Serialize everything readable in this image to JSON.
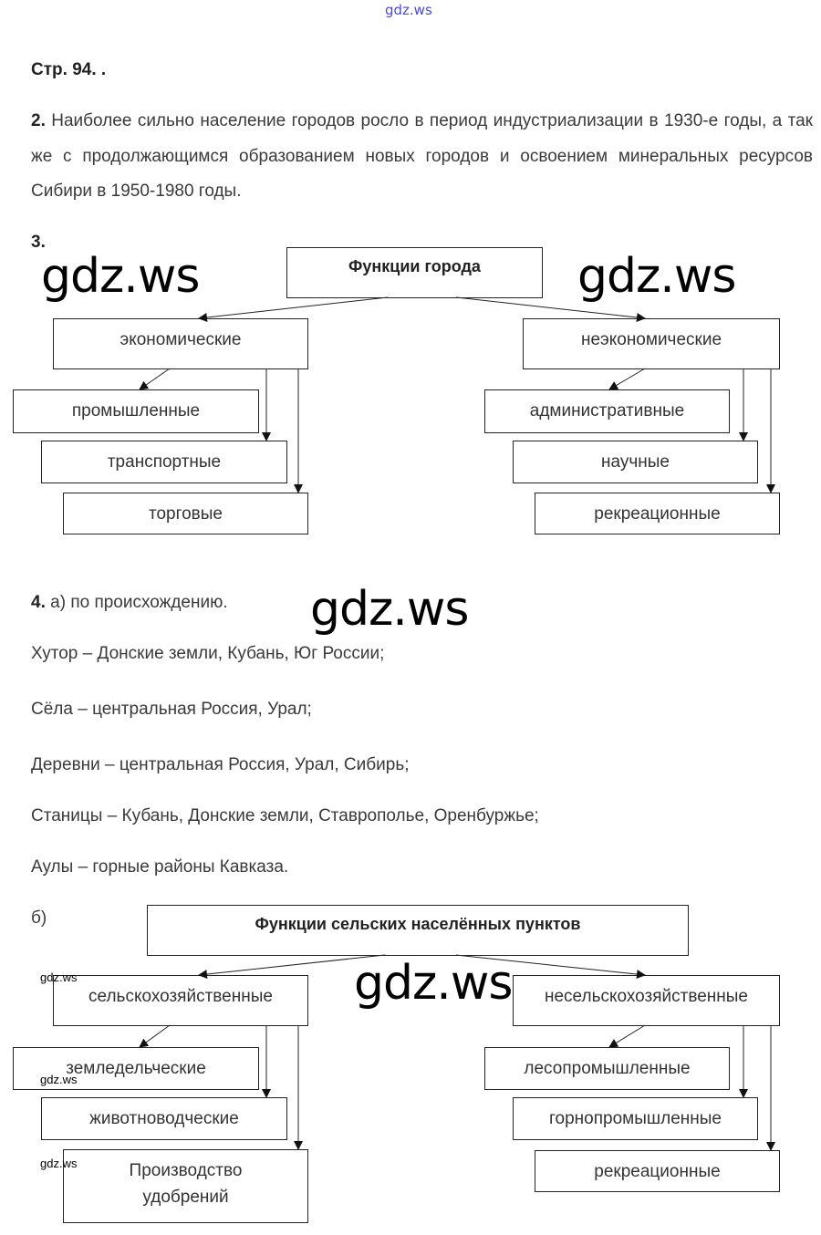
{
  "watermark": "gdz.ws",
  "header": "Стр. 94. .",
  "q2": {
    "num": "2.",
    "text": "Наиболее сильно население городов росло в период индустриализации в 1930-е годы, а так же с продолжающимся образованием новых городов и освоением минеральных ресурсов Сибири в 1950-1980 годы."
  },
  "q3": {
    "num": "3.",
    "title": "Функции города",
    "left": {
      "label": "экономические",
      "children": [
        "промышленные",
        "транспортные",
        "торговые"
      ]
    },
    "right": {
      "label": "неэкономические",
      "children": [
        "административные",
        "научные",
        "рекреационные"
      ]
    }
  },
  "q4": {
    "num": "4.",
    "intro": "а) по происхождению.",
    "lines": [
      "Хутор – Донские земли, Кубань, Юг России;",
      "Сёла – центральная Россия, Урал;",
      "Деревни – центральная Россия, Урал, Сибирь;",
      "Станицы – Кубань, Донские земли, Ставрополье, Оренбуржье;",
      "Аулы – горные районы Кавказа."
    ],
    "b_label": "б)",
    "title": "Функции сельских населённых пунктов",
    "left": {
      "label": "сельскохозяйственные",
      "children": [
        "земледельческие",
        "животноводческие",
        "Производство удобрений"
      ]
    },
    "right": {
      "label": "несельскохозяйственные",
      "children": [
        "лесопромышленные",
        "горнопромышленные",
        "рекреационные"
      ]
    }
  }
}
